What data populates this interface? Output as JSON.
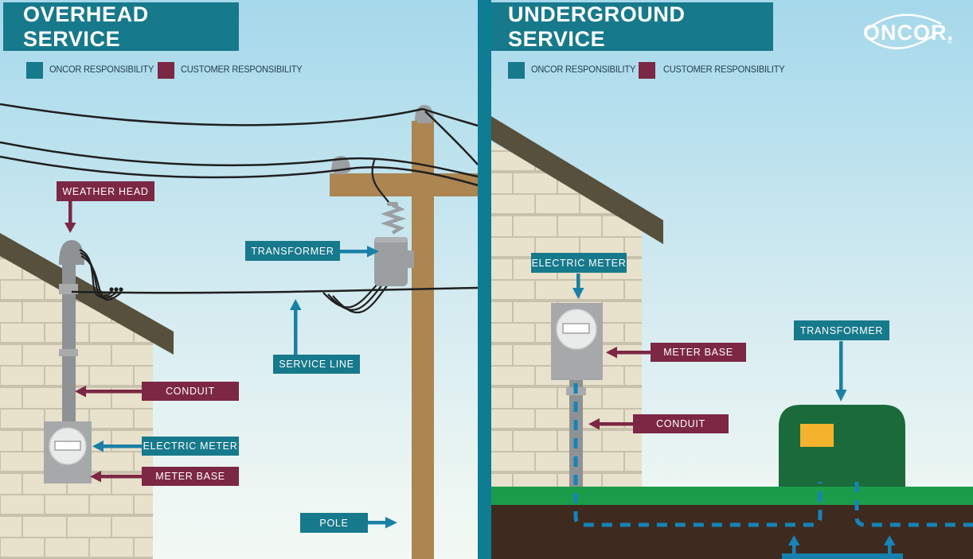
{
  "overhead": {
    "title": "OVERHEAD SERVICE",
    "legend": {
      "oncor": "ONCOR RESPONSIBILITY",
      "customer": "CUSTOMER RESPONSIBILITY"
    },
    "labels": {
      "weather_head": "WEATHER HEAD",
      "transformer": "TRANSFORMER",
      "service_line": "SERVICE LINE",
      "conduit": "CONDUIT",
      "electric_meter": "ELECTRIC METER",
      "meter_base": "METER BASE",
      "pole": "POLE"
    }
  },
  "underground": {
    "title": "UNDERGROUND SERVICE",
    "legend": {
      "oncor": "ONCOR RESPONSIBILITY",
      "customer": "CUSTOMER RESPONSIBILITY"
    },
    "labels": {
      "electric_meter": "ELECTRIC METER",
      "meter_base": "METER BASE",
      "conduit": "CONDUIT",
      "transformer": "TRANSFORMER"
    }
  },
  "logo": {
    "text": "ONCOR.",
    "registered": "®"
  },
  "colors": {
    "oncor_teal": "#17798C",
    "customer_maroon": "#7C2744",
    "divider_teal": "#0E7C93",
    "underground_blue": "#1584B8",
    "grass_green": "#1B9C4B",
    "earth_brown": "#3E2A1E",
    "pad_transformer_green": "#1A6B39",
    "pole_brown": "#AC8551",
    "roof_olive": "#57503C"
  }
}
